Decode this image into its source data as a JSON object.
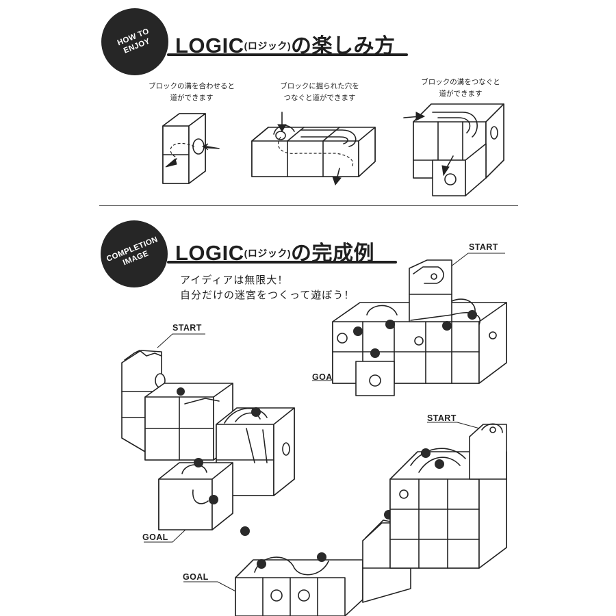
{
  "section1": {
    "badge": "HOW TO\nENJOY",
    "title_main": "LOGIC",
    "title_paren": "(ロジック)",
    "title_suffix": "の楽しみ方",
    "captions": [
      "ブロックの溝を合わせると\n道ができます",
      "ブロックに掘られた穴を\nつなぐと道ができます",
      "ブロックの溝をつなぐと\n道ができます"
    ]
  },
  "section2": {
    "badge": "COMPLETION\nIMAGE",
    "title_main": "LOGIC",
    "title_paren": "(ロジック)",
    "title_suffix": "の完成例",
    "tagline": "アイディアは無限大！\n自分だけの迷宮をつくって遊ぼう！",
    "labels": {
      "start_top_right": "START",
      "goal_top_right": "GOAL",
      "start_left": "START",
      "goal_left": "GOAL",
      "start_bottom_right": "START",
      "goal_bottom": "GOAL"
    }
  }
}
